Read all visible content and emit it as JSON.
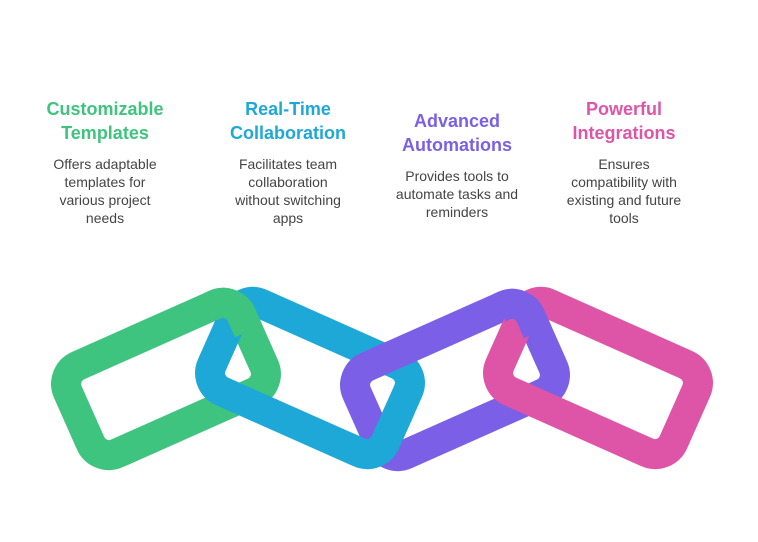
{
  "features": [
    {
      "title_line1": "Customizable",
      "title_line2": "Templates",
      "desc": [
        "Offers adaptable",
        "templates for",
        "various project",
        "needs"
      ],
      "color": "#3ec47e"
    },
    {
      "title_line1": "Real-Time",
      "title_line2": "Collaboration",
      "desc": [
        "Facilitates team",
        "collaboration",
        "without switching",
        "apps"
      ],
      "color": "#1ea8d8"
    },
    {
      "title_line1": "Advanced",
      "title_line2": "Automations",
      "desc": [
        "Provides tools to",
        "automate tasks and",
        "reminders"
      ],
      "color": "#7b5fe6"
    },
    {
      "title_line1": "Powerful",
      "title_line2": "Integrations",
      "desc": [
        "Ensures",
        "compatibility with",
        "existing and future",
        "tools"
      ],
      "color": "#de55a8"
    }
  ],
  "chain": {
    "links": [
      {
        "icon": "chain-link-icon",
        "color": "#3ec47e"
      },
      {
        "icon": "chain-link-icon",
        "color": "#1ea8d8"
      },
      {
        "icon": "chain-link-icon",
        "color": "#7b5fe6"
      },
      {
        "icon": "chain-link-icon",
        "color": "#de55a8"
      }
    ]
  }
}
